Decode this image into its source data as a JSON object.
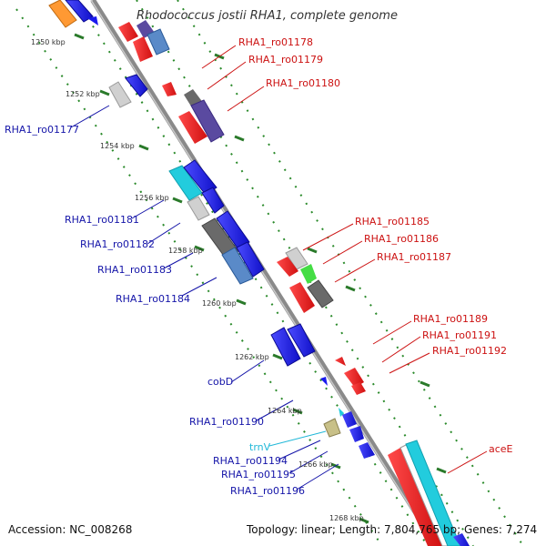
{
  "title": "Rhodococcus jostii RHA1, complete genome",
  "footer": {
    "accession": "Accession: NC_008268",
    "summary": "Topology: linear; Length: 7,804,765 bp; Genes: 7,274"
  },
  "ticks": [
    "1250 kbp",
    "1252 kbp",
    "1254 kbp",
    "1256 kbp",
    "1258 kbp",
    "1260 kbp",
    "1262 kbp",
    "1264 kbp",
    "1266 kbp",
    "1268 kbp"
  ],
  "labels_right": [
    "RHA1_ro01178",
    "RHA1_ro01179",
    "RHA1_ro01180",
    "RHA1_ro01185",
    "RHA1_ro01186",
    "RHA1_ro01187",
    "RHA1_ro01189",
    "RHA1_ro01191",
    "RHA1_ro01192",
    "aceE"
  ],
  "labels_left": [
    "RHA1_ro01177",
    "RHA1_ro01181",
    "RHA1_ro01182",
    "RHA1_ro01183",
    "RHA1_ro01184",
    "cobD",
    "RHA1_ro01190",
    "trnV",
    "RHA1_ro01194",
    "RHA1_ro01195",
    "RHA1_ro01196"
  ],
  "colors": {
    "backbone": "#888888",
    "forward_gene": "#1a1aee",
    "reverse_gene": "#ee1111",
    "rna_gene": "#22ccdd",
    "label_red": "#cc1111",
    "label_blue": "#1414a8"
  }
}
